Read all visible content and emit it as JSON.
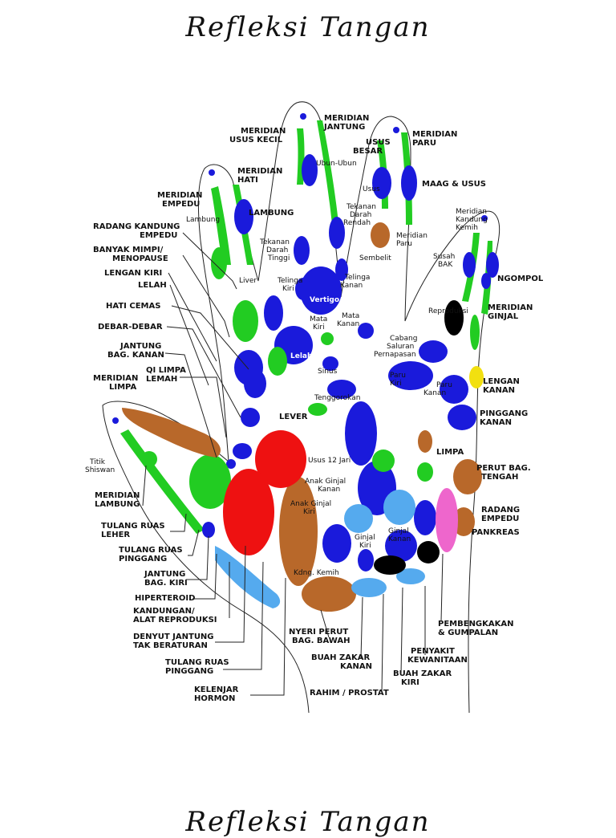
{
  "title": "Refleksi Tangan",
  "footer_title": "Refleksi Tangan",
  "colors": {
    "blue": "#1a1adb",
    "green": "#22cc22",
    "brown": "#b8682a",
    "red": "#ee1111",
    "lightblue": "#55aaee",
    "black": "#000000",
    "yellow": "#f2e010",
    "pink": "#ee66cc"
  },
  "left_labels": [
    "MERIDIAN\nUSUS KECIL",
    "MERIDIAN\nHATI",
    "MERIDIAN\nEMPEDU",
    "Lambung",
    "RADANG KANDUNG\nEMPEDU",
    "BANYAK MIMPI/\nMENOPAUSE",
    "LENGAN KIRI",
    "LELAH",
    "HATI CEMAS",
    "DEBAR-DEBAR",
    "JANTUNG\nBAG. KANAN",
    "QI LIMPA\nLEMAH",
    "MERIDIAN\nLIMPA",
    "Titik\nShiswan",
    "MERIDIAN\nLAMBUNG",
    "TULANG RUAS\nLEHER",
    "TULANG RUAS\nPINGGANG",
    "JANTUNG\nBAG. KIRI",
    "HIPERTEROID",
    "KANDUNGAN/\nALAT REPRODUKSI",
    "DENYUT JANTUNG\nTAK BERATURAN",
    "TULANG RUAS\nPINGGANG",
    "KELENJAR\nHORMON"
  ],
  "right_labels": [
    "MERIDIAN\nJANTUNG",
    "MERIDIAN\nPARU",
    "USUS\nBESAR",
    "MAAG & USUS",
    "Meridian\nKandung\nKemih",
    "Susah\nBAK",
    "NGOMPOL",
    "MERIDIAN\nGINJAL",
    "LENGAN\nKANAN",
    "PINGGANG\nKANAN",
    "LIMPA",
    "PERUT BAG.\nTENGAH",
    "RADANG\nEMPEDU",
    "PANKREAS",
    "PEMBENGKAKAN\n& GUMPALAN",
    "PENYAKIT\nKEWANITAAN",
    "BUAH ZAKAR\nKIRI",
    "RAHIM / PROSTAT",
    "BUAH ZAKAR\nKANAN",
    "NYERI PERUT\nBAG. BAWAH"
  ],
  "inner_labels": [
    "Ubun-Ubun",
    "LAMBUNG",
    "Usus",
    "Tekanan\nDarah\nRendah",
    "Tekanan\nDarah\nTinggi",
    "Meridian\nParu",
    "Sembelit",
    "Liver",
    "Telinga\nKiri",
    "Vertigo",
    "Telinga\nKanan",
    "Mata\nKiri",
    "Mata\nKanan",
    "Cabang\nSaluran\nPernapasan",
    "Reproduksi",
    "Lelah",
    "Sinus",
    "Paru\nKiri",
    "Paru\nKanan",
    "Tenggorokan",
    "LEVER",
    "Usus 12 Jari",
    "Anak Ginjal\nKanan",
    "Anak Ginjal\nKiri",
    "Ginjal\nKiri",
    "Ginjal\nKanan",
    "Kdng. Kemih"
  ]
}
